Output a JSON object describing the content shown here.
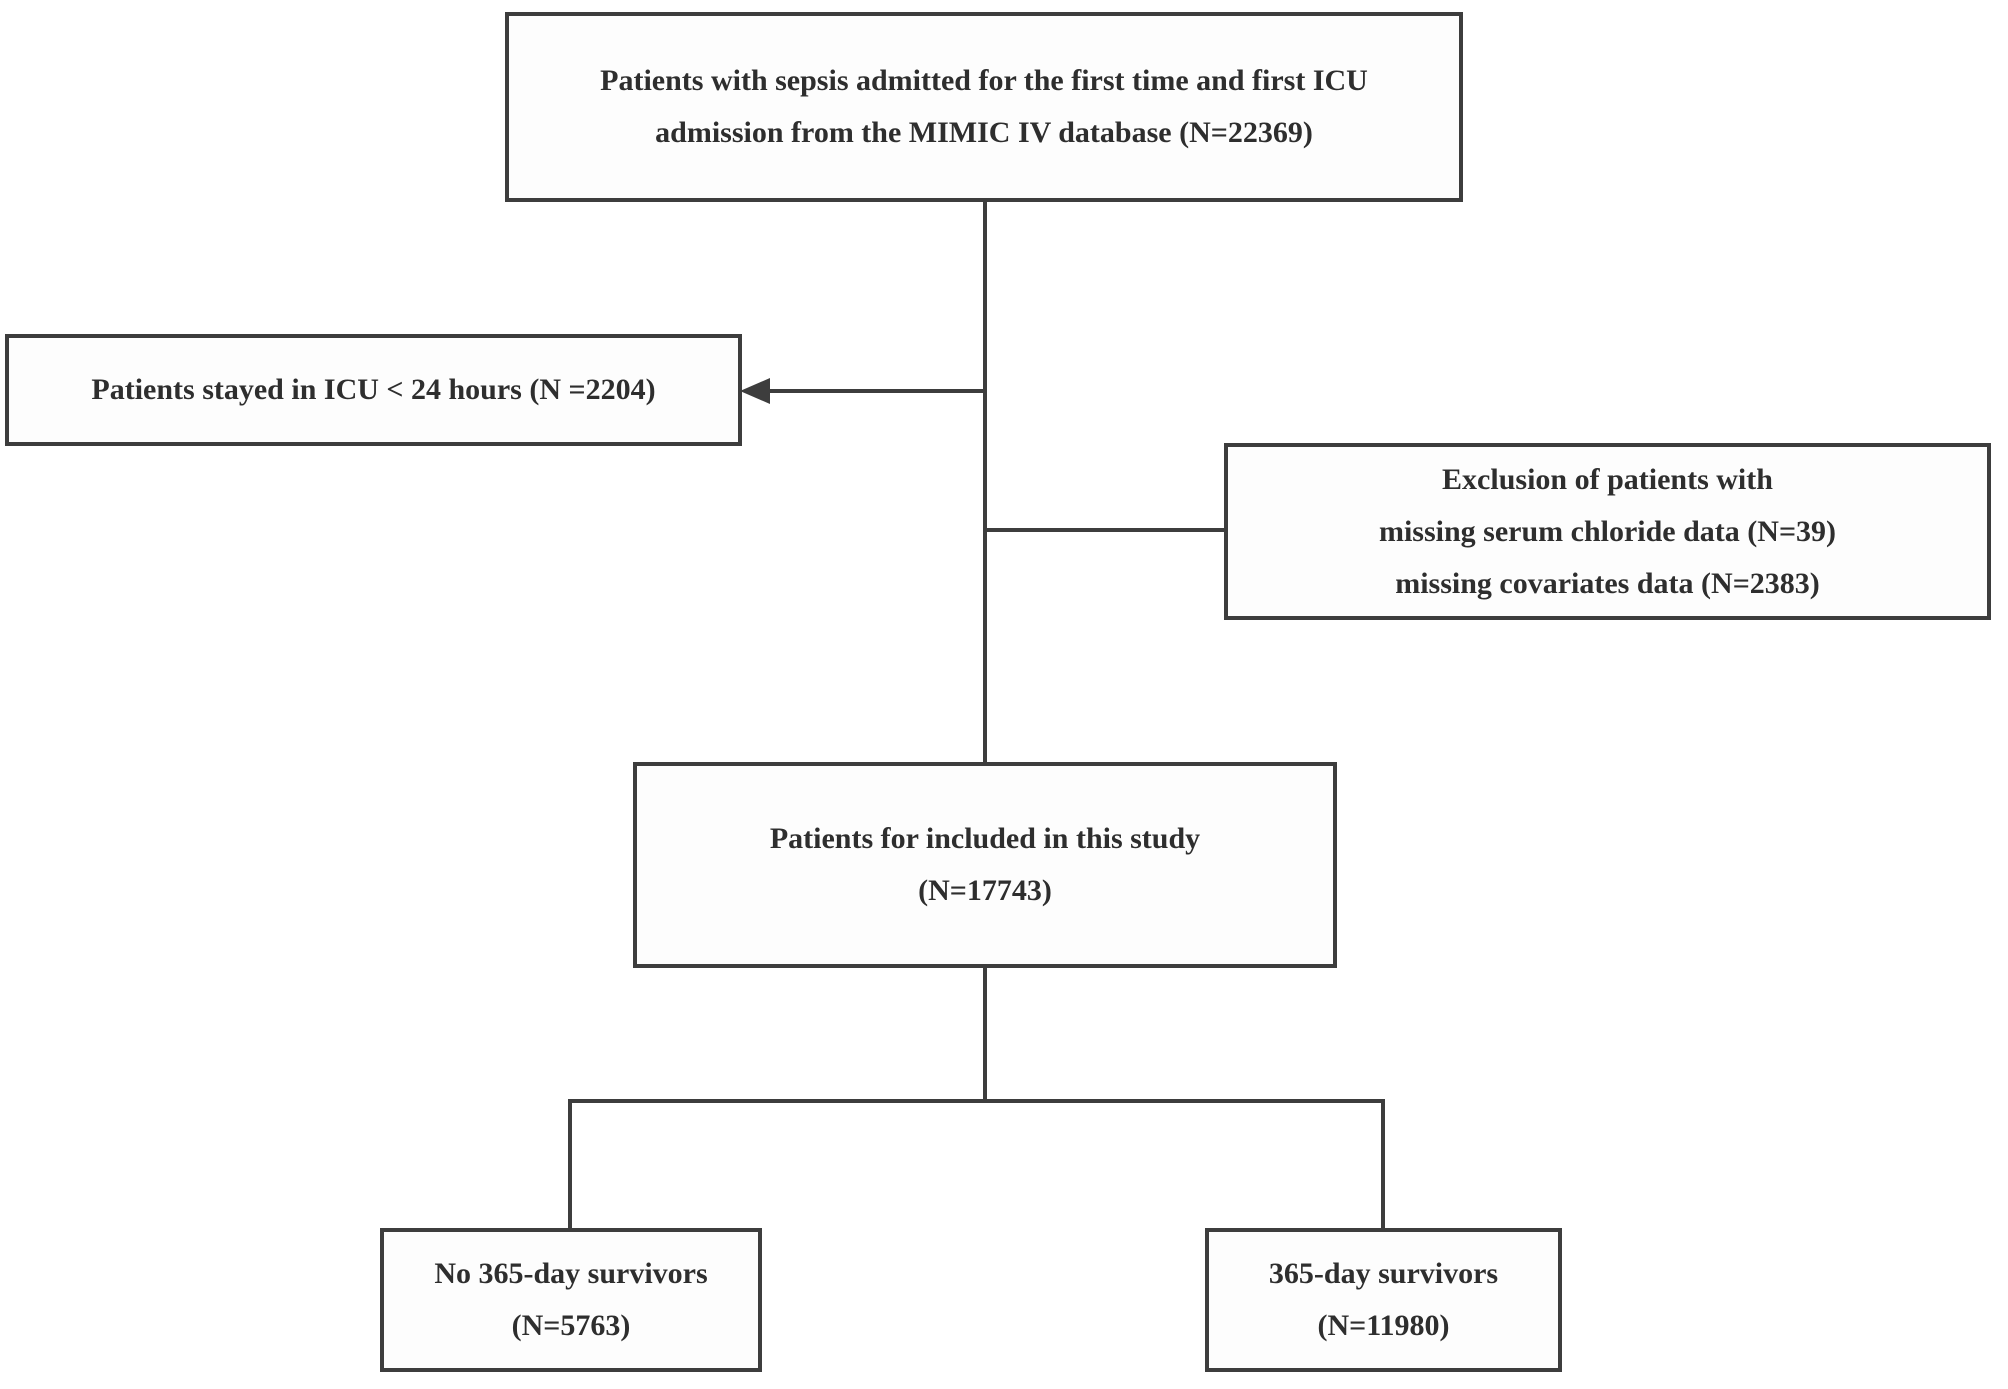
{
  "diagram": {
    "type": "patient-selection-flowchart",
    "background_color": "#ffffff",
    "line_color": "#3d3d3d",
    "text_color": "#2e2e2e"
  },
  "nodes": {
    "source": {
      "line1": "Patients with sepsis admitted for the first time and first ICU",
      "line2": "admission from the MIMIC IV database (N=22369)",
      "n": 22369
    },
    "icu_stay": {
      "line1": "Patients stayed in ICU < 24 hours (N =2204)",
      "n": 2204
    },
    "exclusion": {
      "line1": "Exclusion of patients with",
      "line2": "missing serum chloride data (N=39)",
      "line3": "missing covariates data (N=2383)",
      "n_missing_chloride": 39,
      "n_missing_covariates": 2383
    },
    "included": {
      "line1": "Patients for included in this study",
      "line2": "(N=17743)",
      "n": 17743
    },
    "nonsurvivors": {
      "line1": "No 365-day survivors",
      "line2": "(N=5763)",
      "n": 5763
    },
    "survivors": {
      "line1": "365-day survivors",
      "line2": "(N=11980)",
      "n": 11980
    }
  }
}
